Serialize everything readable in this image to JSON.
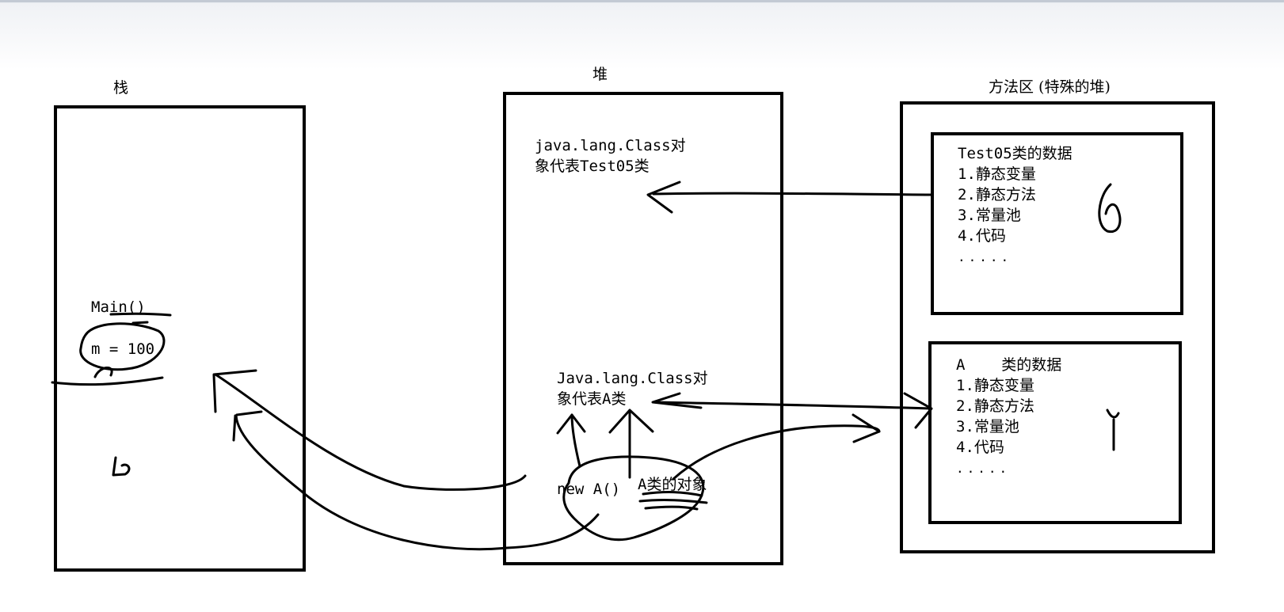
{
  "stack": {
    "title": "栈",
    "method": "Main()",
    "var": "m = 100"
  },
  "heap": {
    "title": "堆",
    "class_obj_test05": [
      "java.lang.Class对",
      "象代表Test05类"
    ],
    "class_obj_a": [
      "Java.lang.Class对",
      "象代表A类"
    ],
    "new_a": "new A()",
    "a_instance": "A类的对象"
  },
  "method_area": {
    "title": "方法区 (特殊的堆)",
    "test05_data": {
      "title": "Test05类的数据",
      "items": [
        "1.静态变量",
        "2.静态方法",
        "3.常量池",
        "4.代码",
        "....."
      ]
    },
    "a_data": {
      "title": "A    类的数据",
      "items": [
        "1.静态变量",
        "2.静态方法",
        "3.常量池",
        "4.代码",
        "....."
      ]
    }
  }
}
